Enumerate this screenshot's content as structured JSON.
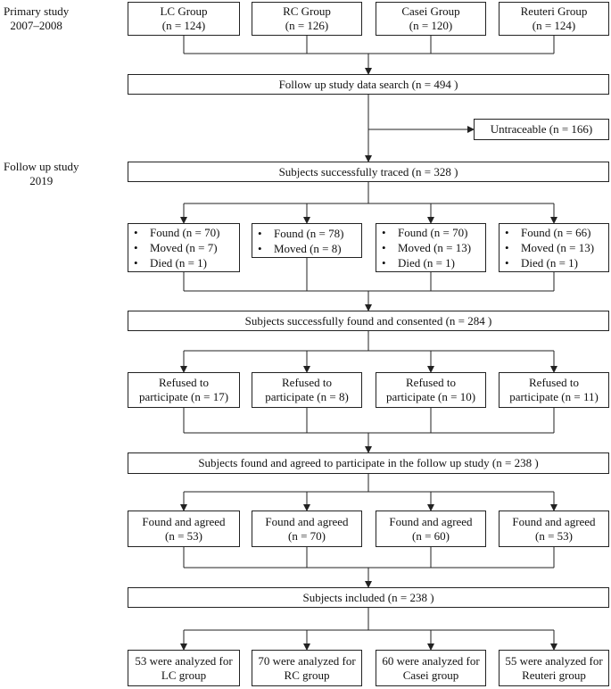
{
  "side_labels": {
    "primary_line1": "Primary study",
    "primary_line2": "2007–2008",
    "followup_line1": "Follow up study",
    "followup_line2": "2019"
  },
  "groups": [
    {
      "line1": "LC Group",
      "line2": "(n = 124)"
    },
    {
      "line1": "RC Group",
      "line2": "(n = 126)"
    },
    {
      "line1": "Casei Group",
      "line2": "(n = 120)"
    },
    {
      "line1": "Reuteri Group",
      "line2": "(n = 124)"
    }
  ],
  "data_search": "Follow up study data search (n = 494 )",
  "untraceable": "Untraceable (n = 166)",
  "traced": "Subjects successfully traced (n = 328 )",
  "status": [
    {
      "items": [
        "Found (n = 70)",
        "Moved (n = 7)",
        "Died (n = 1)"
      ]
    },
    {
      "items": [
        "Found (n = 78)",
        "Moved (n = 8)"
      ]
    },
    {
      "items": [
        "Found (n = 70)",
        "Moved (n = 13)",
        "Died (n = 1)"
      ]
    },
    {
      "items": [
        "Found (n = 66)",
        "Moved (n = 13)",
        "Died (n = 1)"
      ]
    }
  ],
  "consented": "Subjects successfully found and consented (n = 284 )",
  "refused": [
    {
      "line1": "Refused to",
      "line2": "participate (n = 17)"
    },
    {
      "line1": "Refused to",
      "line2": "participate (n = 8)"
    },
    {
      "line1": "Refused to",
      "line2": "participate (n = 10)"
    },
    {
      "line1": "Refused to",
      "line2": "participate (n = 11)"
    }
  ],
  "agreed_total": "Subjects found and agreed to participate in the follow up study (n = 238 )",
  "agreed": [
    {
      "line1": "Found and agreed",
      "line2": "(n = 53)"
    },
    {
      "line1": "Found and agreed",
      "line2": "(n = 70)"
    },
    {
      "line1": "Found and agreed",
      "line2": "(n = 60)"
    },
    {
      "line1": "Found and agreed",
      "line2": "(n = 53)"
    }
  ],
  "included": "Subjects included (n = 238 )",
  "analyzed": [
    {
      "line1": "53 were analyzed for",
      "line2": "LC group"
    },
    {
      "line1": "70 were analyzed for",
      "line2": "RC group"
    },
    {
      "line1": "60 were analyzed for",
      "line2": "Casei group"
    },
    {
      "line1": "55 were analyzed for",
      "line2": "Reuteri group"
    }
  ]
}
